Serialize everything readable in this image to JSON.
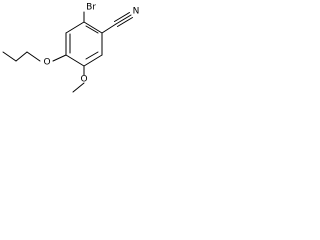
{
  "molecule": {
    "atoms": {
      "bromine": "Br",
      "nitrile_nitrogen": "N",
      "propoxy_oxygen": "O",
      "methoxy_oxygen": "O"
    }
  },
  "colors": {
    "bond": "#000000",
    "background": "#ffffff"
  }
}
